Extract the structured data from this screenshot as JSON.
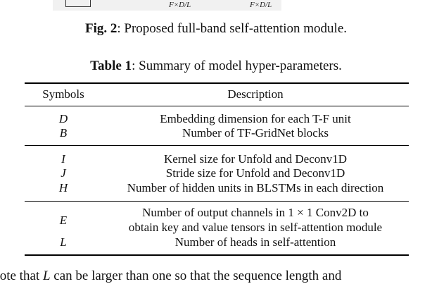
{
  "figure": {
    "labels": [
      "F×D/L",
      "F×D/L"
    ]
  },
  "fig_caption": {
    "label": "Fig. 2",
    "text": ": Proposed full-band self-attention module."
  },
  "table_caption": {
    "label": "Table 1",
    "text": ": Summary of model hyper-parameters."
  },
  "table": {
    "headers": [
      "Symbols",
      "Description"
    ],
    "groups": [
      [
        {
          "symbol": "D",
          "description": [
            "Embedding dimension for each T-F unit"
          ]
        },
        {
          "symbol": "B",
          "description": [
            "Number of TF-GridNet blocks"
          ]
        }
      ],
      [
        {
          "symbol": "I",
          "description": [
            "Kernel size for Unfold and Deconv1D"
          ]
        },
        {
          "symbol": "J",
          "description": [
            "Stride size for Unfold and Deconv1D"
          ]
        },
        {
          "symbol": "H",
          "description": [
            "Number of hidden units in BLSTMs in each direction"
          ]
        }
      ],
      [
        {
          "symbol": "E",
          "description": [
            "Number of output channels in 1 × 1 Conv2D to",
            "obtain key and value tensors in self-attention module"
          ]
        },
        {
          "symbol": "L",
          "description": [
            "Number of heads in self-attention"
          ]
        }
      ]
    ]
  },
  "body_text": {
    "pre": "Note that ",
    "var": "L",
    "post": " can be larger than one so that the sequence length and"
  }
}
